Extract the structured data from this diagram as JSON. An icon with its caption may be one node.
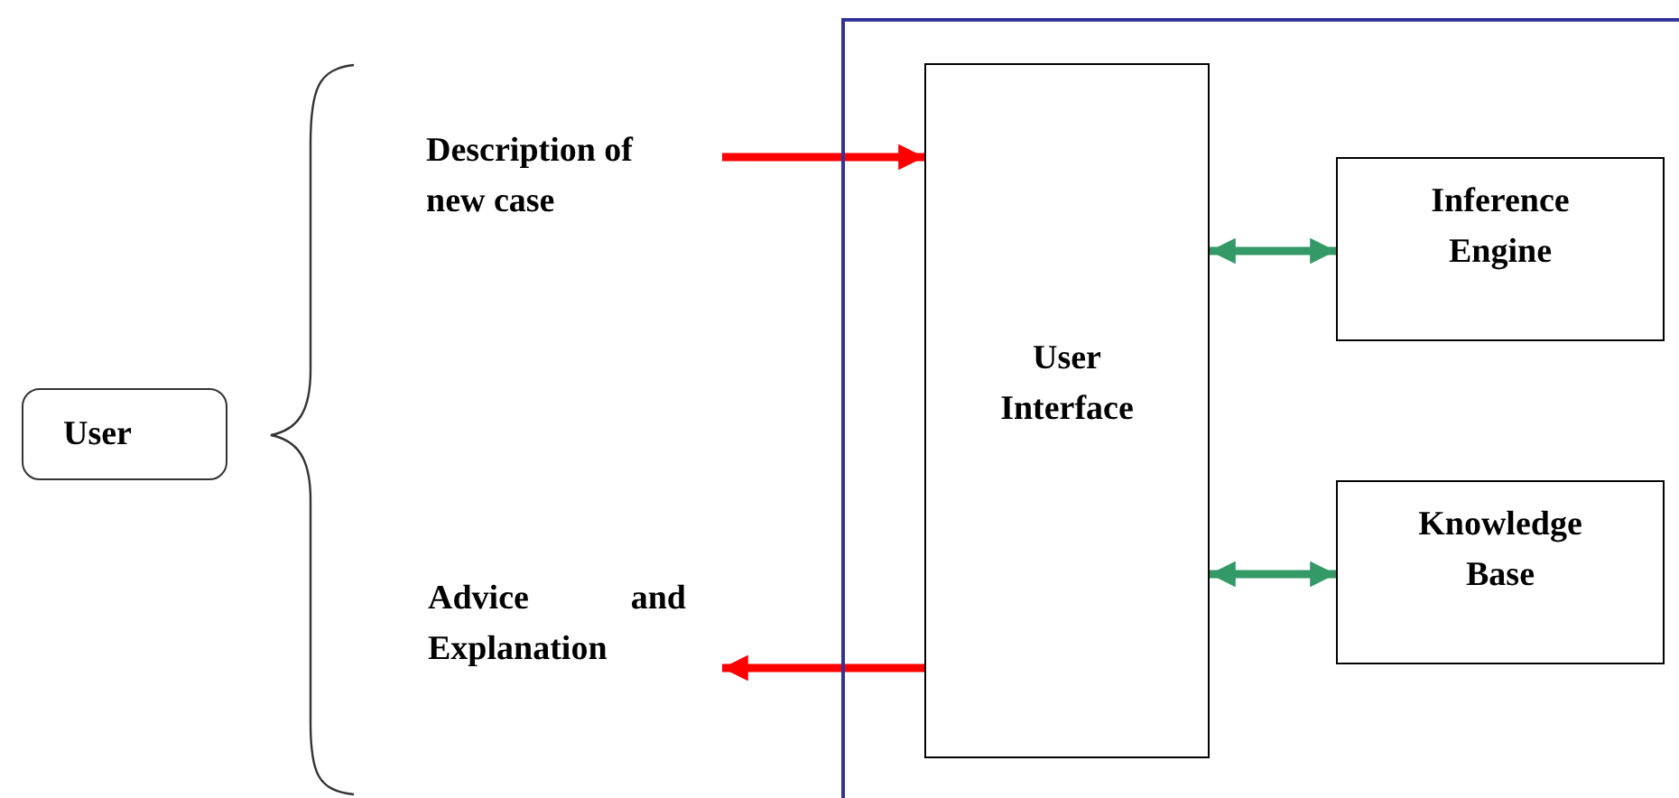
{
  "diagram": {
    "nodes": [
      {
        "text": [
          "User"
        ]
      },
      {
        "text": [
          "Description of new case"
        ]
      },
      {
        "text": [
          "Advice and Explanation"
        ]
      },
      {
        "text": [],
        "shape": "box"
      },
      {
        "text": [
          "User Interface"
        ],
        "in": 3
      },
      {
        "text": [
          "Inference Engine"
        ],
        "in": 3
      },
      {
        "text": [
          "Knowledge Base"
        ],
        "in": 3
      }
    ],
    "edges": [
      {
        "from": 1,
        "to": 4,
        "arrow": "to",
        "color": "#ff0000"
      },
      {
        "from": 4,
        "to": 2,
        "arrow": "to",
        "color": "#ff0000"
      },
      {
        "from": 4,
        "to": 5,
        "arrow": "both",
        "color": "#339966"
      },
      {
        "from": 4,
        "to": 6,
        "arrow": "both",
        "color": "#339966"
      }
    ]
  }
}
